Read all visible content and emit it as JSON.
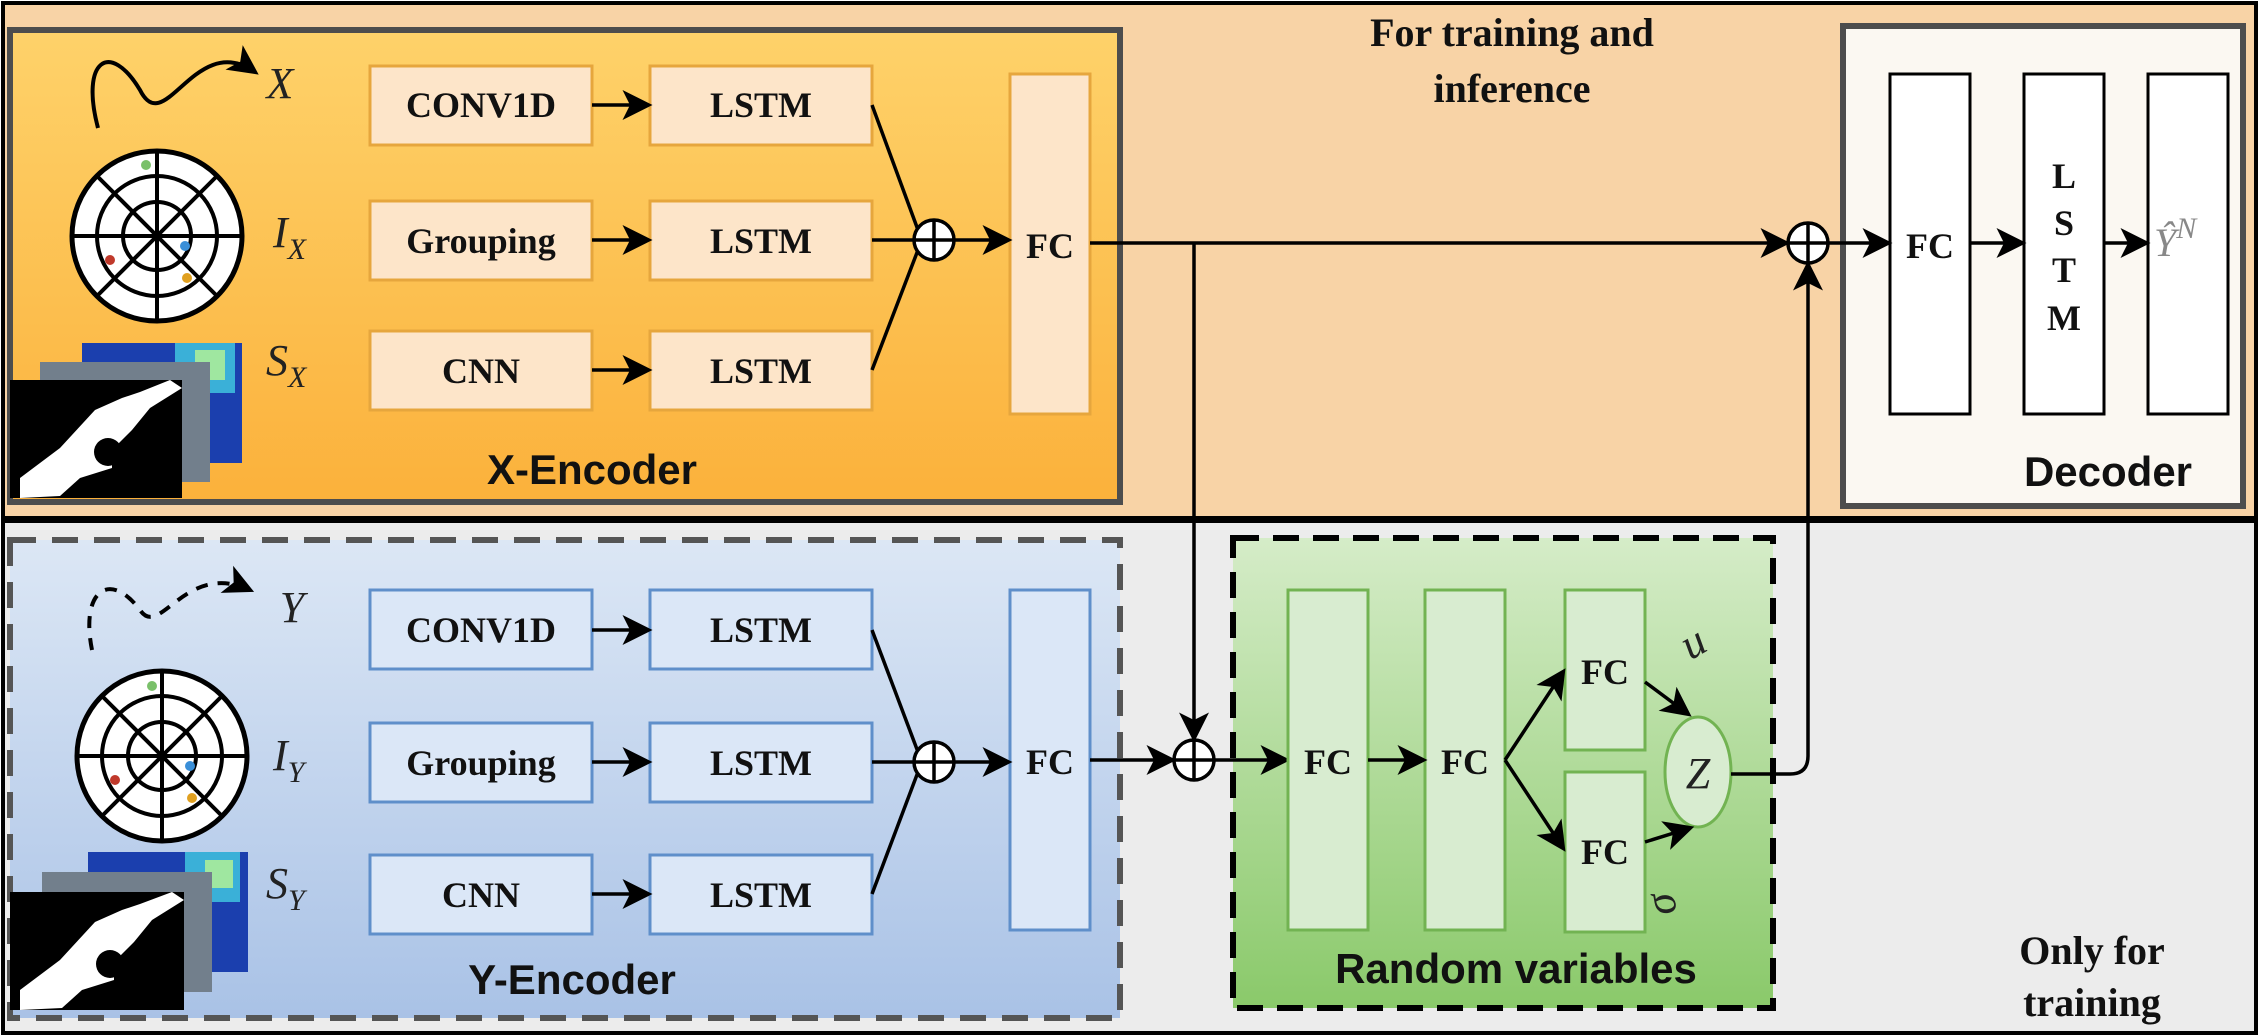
{
  "notes": {
    "top": [
      "For training and",
      "inference"
    ],
    "bottom": [
      "Only for",
      "training"
    ]
  },
  "x_encoder": {
    "title": "X-Encoder",
    "inputs": {
      "trajectory": "X",
      "occupancy_base": "I",
      "occupancy_sub": "X",
      "scene_base": "S",
      "scene_sub": "X"
    },
    "conv": "CONV1D",
    "grouping": "Grouping",
    "cnn": "CNN",
    "lstm": "LSTM",
    "fc": "FC"
  },
  "y_encoder": {
    "title": "Y-Encoder",
    "inputs": {
      "trajectory": "Y",
      "occupancy_base": "I",
      "occupancy_sub": "Y",
      "scene_base": "S",
      "scene_sub": "Y"
    },
    "conv": "CONV1D",
    "grouping": "Grouping",
    "cnn": "CNN",
    "lstm": "LSTM",
    "fc": "FC"
  },
  "decoder": {
    "title": "Decoder",
    "fc": "FC",
    "lstm_letters": [
      "L",
      "S",
      "T",
      "M"
    ],
    "output_base": "Ŷ",
    "output_sup": "N"
  },
  "random_variables": {
    "title": "Random variables",
    "fc": "FC",
    "mu": "u",
    "sigma": "σ",
    "z": "Z"
  },
  "colors": {
    "x_encoder_fill": "#fdb944",
    "top_region_fill": "#f8d3a6",
    "bottom_region_fill": "#ececec",
    "y_encoder_fill": "#b7cdea",
    "random_fill": "#9bd07d",
    "decoder_fill": "#fbf8f2",
    "x_box_fill": "#fde5c9",
    "x_box_stroke": "#e6a63d",
    "y_box_fill": "#dbe7f7",
    "y_box_stroke": "#5f8fca",
    "g_box_fill": "#d8ecd0",
    "g_box_stroke": "#72b352"
  }
}
